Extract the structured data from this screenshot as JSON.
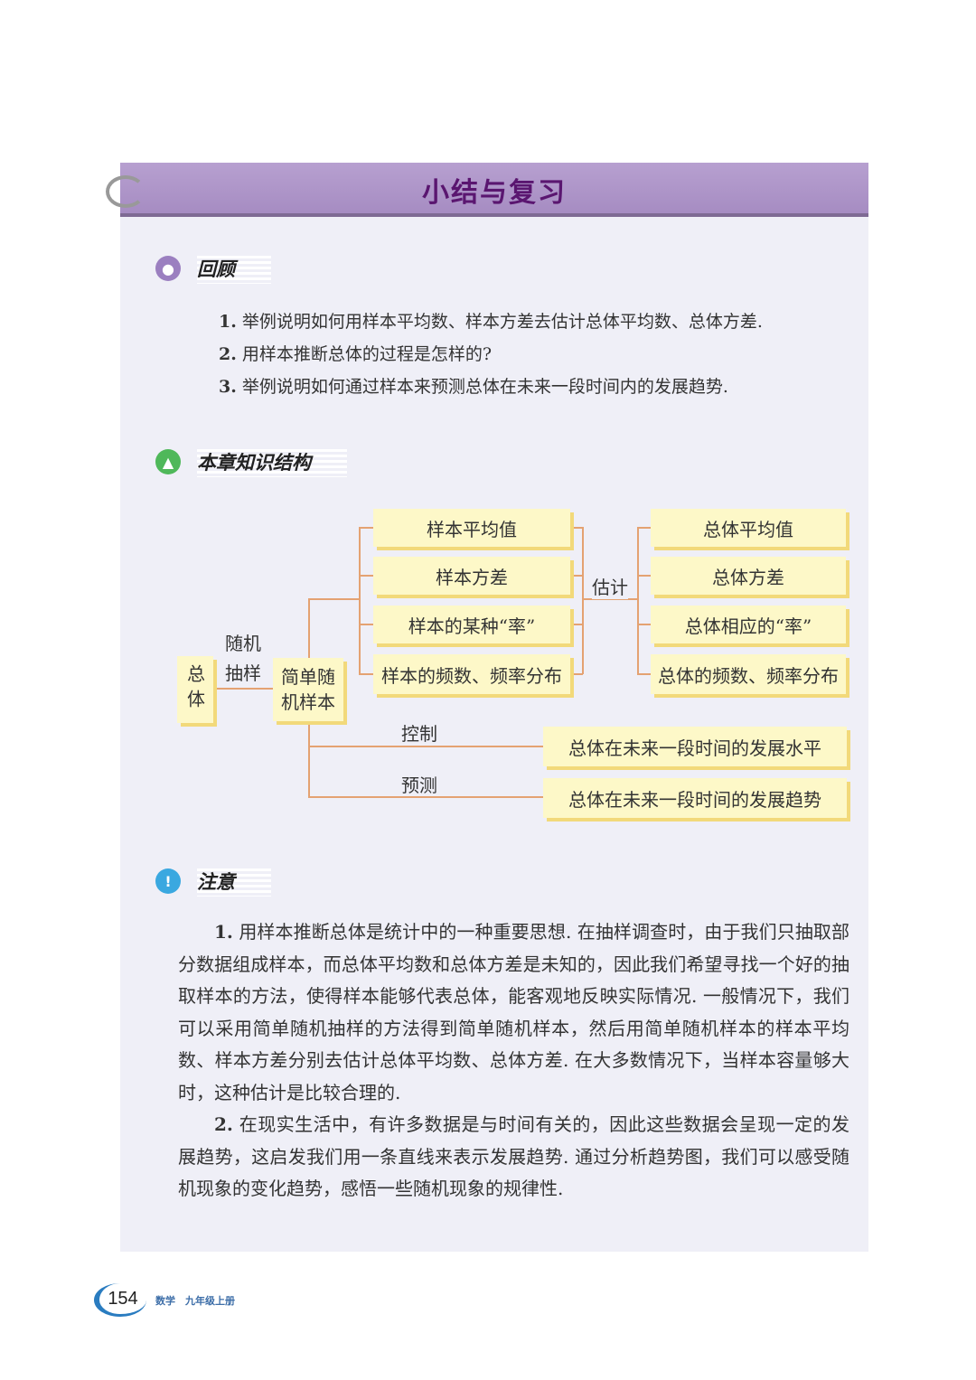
{
  "header": {
    "title": "小结与复习"
  },
  "review": {
    "title": "回顾",
    "items": [
      {
        "num": "1.",
        "text": "举例说明如何用样本平均数、样本方差去估计总体平均数、总体方差."
      },
      {
        "num": "2.",
        "text": "用样本推断总体的过程是怎样的?"
      },
      {
        "num": "3.",
        "text": "举例说明如何通过样本来预测总体在未来一段时间内的发展趋势."
      }
    ]
  },
  "structure": {
    "title": "本章知识结构",
    "population": "总体",
    "sampling_label_1": "随机",
    "sampling_label_2": "抽样",
    "simple_sample": "简单随机样本",
    "sample_items": [
      "样本平均值",
      "样本方差",
      "样本的某种“率”",
      "样本的频数、频率分布"
    ],
    "estimate_label": "估计",
    "population_items": [
      "总体平均值",
      "总体方差",
      "总体相应的“率”",
      "总体的频数、频率分布"
    ],
    "control_label": "控制",
    "control_target": "总体在未来一段时间的发展水平",
    "predict_label": "预测",
    "predict_target": "总体在未来一段时间的发展趋势"
  },
  "notes": {
    "title": "注意",
    "paragraphs": [
      {
        "num": "1.",
        "text": "用样本推断总体是统计中的一种重要思想. 在抽样调查时，由于我们只抽取部分数据组成样本，而总体平均数和总体方差是未知的，因此我们希望寻找一个好的抽取样本的方法，使得样本能够代表总体，能客观地反映实际情况. 一般情况下，我们可以采用简单随机抽样的方法得到简单随机样本，然后用简单随机样本的样本平均数、样本方差分别去估计总体平均数、总体方差. 在大多数情况下，当样本容量够大时，这种估计是比较合理的."
      },
      {
        "num": "2.",
        "text": "在现实生活中，有许多数据是与时间有关的，因此这些数据会呈现一定的发展趋势，这启发我们用一条直线来表示发展趋势. 通过分析趋势图，我们可以感受随机现象的变化趋势，感悟一些随机现象的规律性."
      }
    ]
  },
  "footer": {
    "page": "154",
    "book": "数学　九年级上册"
  }
}
